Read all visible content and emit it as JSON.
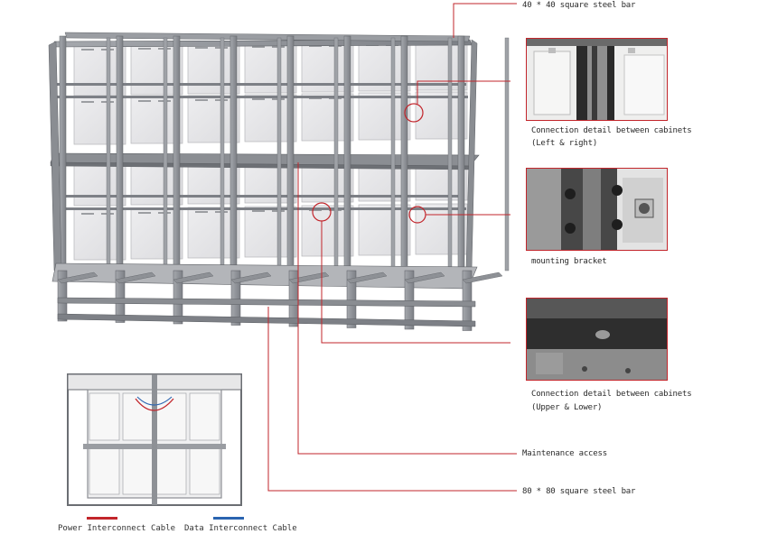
{
  "labels": {
    "steel_40": "40 * 40 square steel bar",
    "conn_lr_1": "Connection detail between cabinets",
    "conn_lr_2": "(Left & right)",
    "mounting": "mounting bracket",
    "conn_ul_1": "Connection detail between cabinets",
    "conn_ul_2": "(Upper & Lower)",
    "maintenance": "Maintenance access",
    "steel_80": "80 * 80 square steel bar"
  },
  "legend": {
    "power": "Power Interconnect Cable",
    "data": "Data Interconnect Cable"
  },
  "colors": {
    "callout": "#c2252b",
    "power_cable": "#c2252b",
    "data_cable": "#2a64b0",
    "frame": "#8e9196",
    "panel": "#e4e4e6"
  }
}
